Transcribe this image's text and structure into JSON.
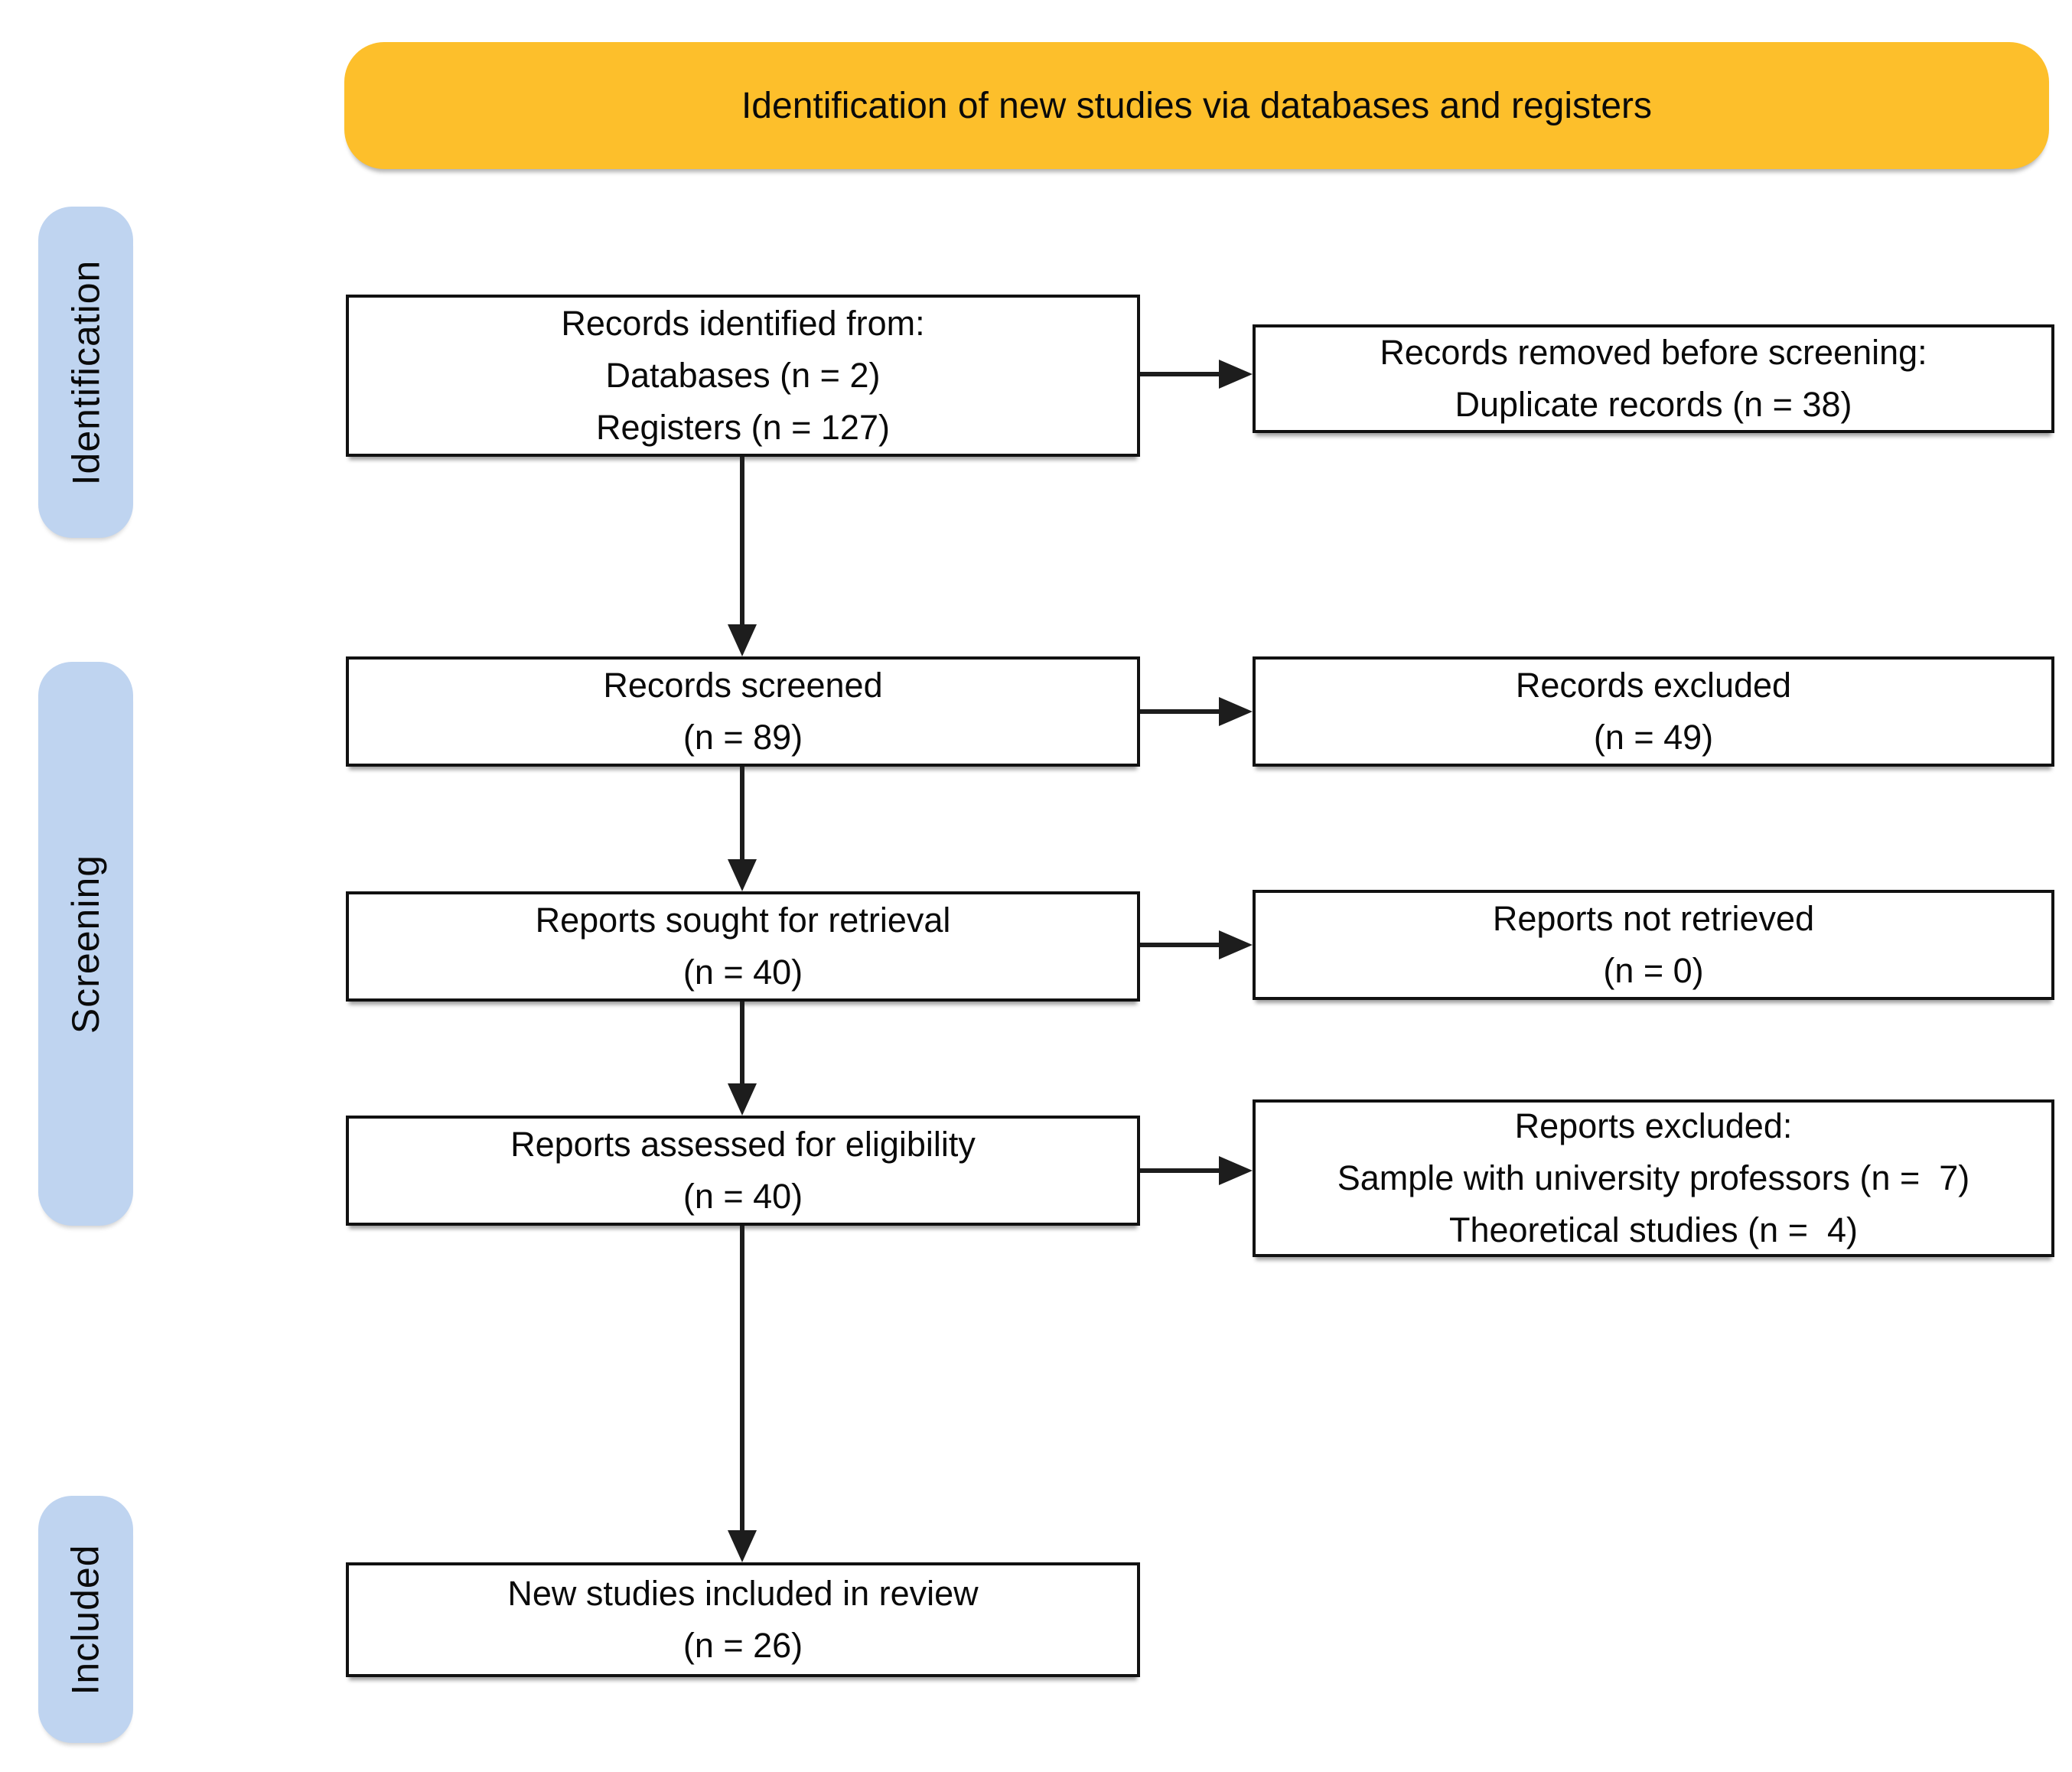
{
  "banner": {
    "label": "Identification of new studies via databases and registers"
  },
  "stages": [
    {
      "label": "Identification"
    },
    {
      "label": "Screening"
    },
    {
      "label": "Included"
    }
  ],
  "flow": {
    "main": [
      {
        "id": "records-identified",
        "lines": [
          "Records identified from:",
          "Databases (n = 2)",
          "Registers (n = 127)"
        ]
      },
      {
        "id": "records-screened",
        "lines": [
          "Records screened",
          "(n = 89)"
        ]
      },
      {
        "id": "reports-sought",
        "lines": [
          "Reports sought for retrieval",
          "(n = 40)"
        ]
      },
      {
        "id": "reports-assessed",
        "lines": [
          "Reports assessed for eligibility",
          "(n = 40)"
        ]
      },
      {
        "id": "new-studies-included",
        "lines": [
          "New studies included in review",
          "(n = 26)"
        ]
      }
    ],
    "side": [
      {
        "id": "records-removed",
        "lines": [
          "Records removed before screening:",
          "Duplicate records (n = 38)"
        ]
      },
      {
        "id": "records-excluded",
        "lines": [
          "Records excluded",
          "(n = 49)"
        ]
      },
      {
        "id": "reports-not-retrieved",
        "lines": [
          "Reports not retrieved",
          "(n = 0)"
        ]
      },
      {
        "id": "reports-excluded",
        "lines": [
          "Reports excluded:",
          "Sample with university professors (n =  7)",
          "Theoretical studies (n =  4)"
        ]
      }
    ]
  },
  "colors": {
    "banner_bg": "#FDBF2B",
    "stage_bg": "#BFD4F0",
    "box_border": "#111111",
    "arrow": "#1d1d1d"
  }
}
